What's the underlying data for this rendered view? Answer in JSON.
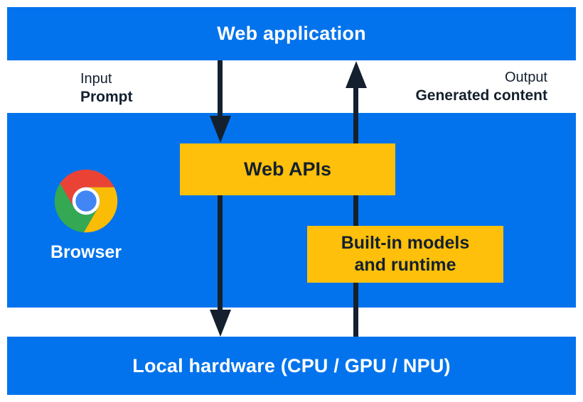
{
  "colors": {
    "blue": "#0273EC",
    "yellow": "#FEC00A",
    "navy": "#14202E",
    "white": "#FFFFFF",
    "chrome_red": "#EA4335",
    "chrome_yellow": "#FBBC05",
    "chrome_green": "#34A853",
    "chrome_blue": "#4285F4"
  },
  "top_bar": {
    "label": "Web application"
  },
  "io_labels": {
    "input_title": "Input",
    "input_value": "Prompt",
    "output_title": "Output",
    "output_value": "Generated content"
  },
  "browser": {
    "icon": "chrome-browser-icon",
    "label": "Browser"
  },
  "boxes": {
    "web_apis": "Web APIs",
    "builtin_line1": "Built-in models",
    "builtin_line2": "and runtime"
  },
  "bottom_bar": {
    "label": "Local hardware (CPU / GPU / NPU)"
  },
  "arrows": {
    "down_input": "web-application-to-web-apis-to-local-hardware",
    "up_output": "local-hardware-through-builtin-models-to-web-application"
  }
}
